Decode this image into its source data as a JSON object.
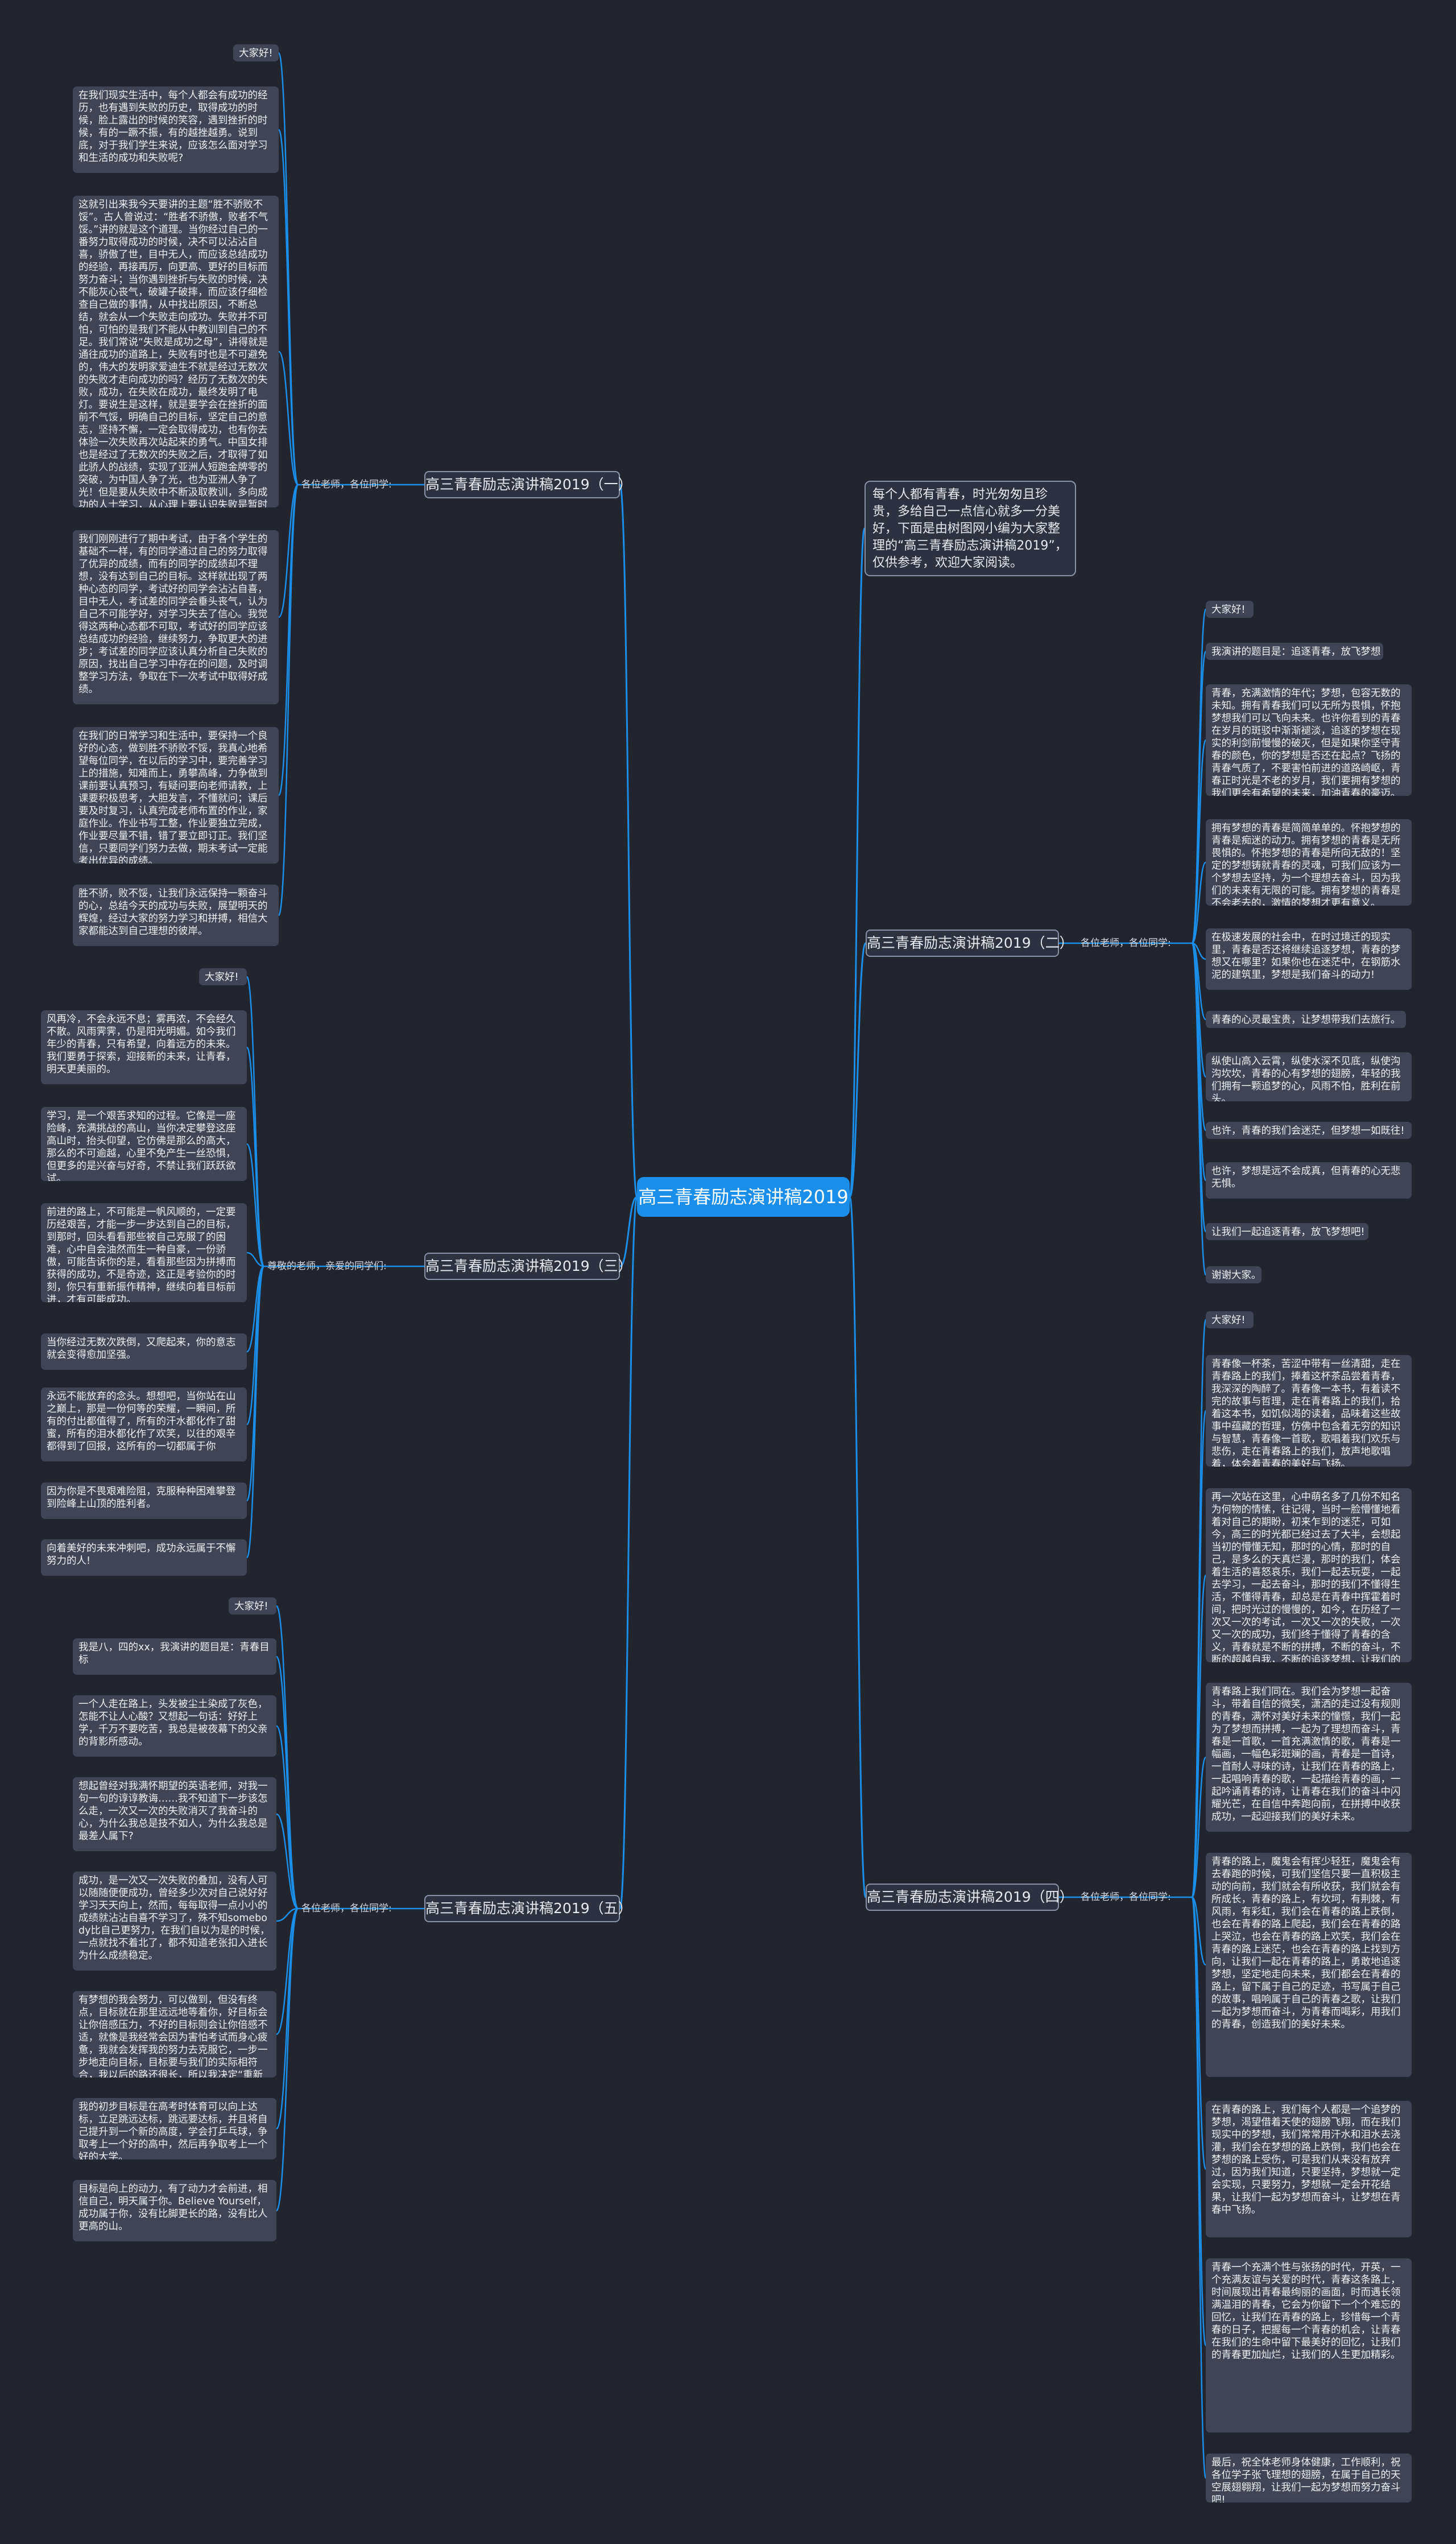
{
  "root": {
    "title": "高三青春励志演讲稿2019"
  },
  "intro": "每个人都有青春，时光匆匆且珍贵，多给自己一点信心就多一分美好，下面是由树图网小编为大家整理的“高三青春励志演讲稿2019”，仅供参考，欢迎大家阅读。",
  "colors": {
    "background": "#22252d",
    "root": "#1a8ee8",
    "link": "#1a8ee8",
    "node": "#3f4555"
  },
  "branches": [
    {
      "title": "高三青春励志演讲稿2019（一）",
      "greeting": "各位老师，各位同学:",
      "items": [
        "大家好!",
        "在我们现实生活中，每个人都会有成功的经历，也有遇到失败的历史，取得成功的时候，脸上露出的时候的笑容，遇到挫折的时候，有的一蹶不振，有的越挫越勇。说到底，对于我们学生来说，应该怎么面对学习和生活的成功和失败呢?",
        "这就引出来我今天要讲的主题“胜不骄败不馁”。古人曾说过：“胜者不骄傲，败者不气馁。”讲的就是这个道理。当你经过自己的一番努力取得成功的时候，决不可以沾沾自喜，骄傲了世，目中无人，而应该总结成功的经验，再接再厉，向更高、更好的目标而努力奋斗；当你遇到挫折与失败的时候，决不能灰心丧气，破罐子破摔，而应该仔细检查自己做的事情，从中找出原因，不断总结，就会从一个失败走向成功。失败并不可怕，可怕的是我们不能从中教训到自己的不足。我们常说“失败是成功之母”，讲得就是通往成功的道路上，失败有时也是不可避免的，伟大的发明家爱迪生不就是经过无数次的失败才走向成功的吗？经历了无数次的失败，成功，在失败在成功，最终发明了电灯。要说生是这样，就是要学会在挫折的面前不气馁，明确自己的目标，坚定自己的意志，坚持不懈，一定会取得成功，也有你去体验一次失败再次站起来的勇气。中国女排也是经过了无数次的失败之后，才取得了如此骄人的战绩，实现了亚洲人短跑金牌零的突破，为中国人争了光，也为亚洲人争了光！但是要从失败中不断汲取教训，多向成功的人士学习，从心理上要认识失败是暂时的，只要勇往直前，成功一定会属于你，在加上自己的刻苦努力，你一定能取得自己满意的成绩。",
        "我们刚刚进行了期中考试，由于各个学生的基础不一样，有的同学通过自己的努力取得了优异的成绩，而有的同学的成绩却不理想，没有达到自己的目标。这样就出现了两种心态的同学，考试好的同学会沾沾自喜，目中无人，考试差的同学会垂头丧气，认为自己不可能学好，对学习失去了信心。我觉得这两种心态都不可取，考试好的同学应该总结成功的经验，继续努力，争取更大的进步；考试差的同学应该认真分析自己失败的原因，找出自己学习中存在的问题，及时调整学习方法，争取在下一次考试中取得好成绩。",
        "在我们的日常学习和生活中，要保持一个良好的心态，做到胜不骄败不馁，我真心地希望每位同学，在以后的学习中，要完善学习上的措施，知难而上，勇攀高峰，力争做到课前要认真预习，有疑问要向老师请教，上课要积极思考，大胆发言，不懂就问；课后要及时复习，认真完成老师布置的作业，家庭作业。作业书写工整，作业要独立完成，作业要尽量不错，错了要立即订正。我们坚信，只要同学们努力去做，期末考试一定能考出优异的成绩。",
        "胜不骄，败不馁，让我们永远保持一颗奋斗的心，总结今天的成功与失败，展望明天的辉煌，经过大家的努力学习和拼搏，相信大家都能达到自己理想的彼岸。"
      ]
    },
    {
      "title": "高三青春励志演讲稿2019（二）",
      "greeting": "各位老师，各位同学:",
      "items": [
        "大家好!",
        "我演讲的题目是：追逐青春，放飞梦想",
        "青春，充满激情的年代；梦想，包容无数的未知。拥有青春我们可以无所为畏惧，怀抱梦想我们可以飞向未来。也许你看到的青春在岁月的斑驳中渐渐褪淡，追逐的梦想在现实的利剑前慢慢的破灭，但是如果你坚守青春的颜色，你的梦想是否还在起点？飞扬的青春气质了，不要害怕前进的道路崎岖，青春正时光是不老的岁月，我们要拥有梦想的我们更会有希望的未来，加油青春的豪迈。",
        "拥有梦想的青春是简简单单的。怀抱梦想的青春是痴迷的动力。拥有梦想的青春是无所畏惧的。怀抱梦想的青春是所向无敌的！坚定的梦想铸就青春的灵魂，可我们应该为一个梦想去坚持，为一个理想去奋斗，因为我们的未来有无限的可能。拥有梦想的青春是不会老去的，激情的梦想才更有意义。",
        "在极速发展的社会中，在时过境迁的现实里，青春是否还将继续追逐梦想，青春的梦想又在哪里？如果你也在迷茫中，在钢筋水泥的建筑里，梦想是我们奋斗的动力!",
        "青春的心灵最宝贵，让梦想带我们去旅行。",
        "纵使山高入云霄，纵使水深不见底，纵使沟沟坎坎，青春的心有梦想的翅膀，年轻的我们拥有一颗追梦的心，风雨不怕，胜利在前头。",
        "也许，青春的我们会迷茫，但梦想一如既往!",
        "也许，梦想是远不会成真，但青春的心无悲无惧。",
        "让我们一起追逐青春，放飞梦想吧!",
        "谢谢大家。"
      ]
    },
    {
      "title": "高三青春励志演讲稿2019（三）",
      "greeting": "尊敬的老师，亲爱的同学们:",
      "items": [
        "大家好!",
        "风再冷，不会永远不息；雾再浓，不会经久不散。风雨霁霁，仍是阳光明媚。如今我们年少的青春，只有希望，向着远方的未来。我们要勇于探索，迎接新的未来，让青春，明天更美丽的。",
        "学习，是一个艰苦求知的过程。它像是一座险峰，充满挑战的高山，当你决定攀登这座高山时，抬头仰望，它仿佛是那么的高大，那么的不可逾越，心里不免产生一丝恐惧，但更多的是兴奋与好奇，不禁让我们跃跃欲试。",
        "前进的路上，不可能是一帆风顺的，一定要历经艰苦，才能一步一步达到自己的目标，到那时，回头看看那些被自己克服了的困难，心中自会油然而生一种自豪，一份骄傲，可能告诉你的是，看看那些因为拼搏而获得的成功，不是奇迹，这正是考验你的时刻，你只有重新振作精神，继续向着目标前进，才有可能成功。",
        "当你经过无数次跌倒，又爬起来，你的意志就会变得愈加坚强。",
        "永远不能放弃的念头。想想吧，当你站在山之巅上，那是一份何等的荣耀，一瞬间，所有的付出都值得了，所有的汗水都化作了甜蜜，所有的泪水都化作了欢笑，以往的艰辛都得到了回报，这所有的一切都属于你",
        "因为你是不畏艰难险阻，克服种种困难攀登到险峰上山顶的胜利者。",
        "向着美好的未来冲刺吧，成功永远属于不懈努力的人!"
      ]
    },
    {
      "title": "高三青春励志演讲稿2019（四）",
      "greeting": "各位老师，各位同学:",
      "items": [
        "大家好!",
        "青春像一杯茶，苦涩中带有一丝清甜，走在青春路上的我们，捧着这杯茶品尝着青春，我深深的陶醉了。青春像一本书，有着读不完的故事与哲理，走在青春路上的我们，拾着这本书，如饥似渴的读着，品味着这些故事中蕴藏的哲理，仿佛中包含着无穷的知识与智慧，青春像一首歌，歌唱着我们欢乐与悲伤，走在青春路上的我们，放声地歌唱着，体会着青春的美好与飞扬。",
        "再一次站在这里，心中萌名多了几份不知名为何物的情愫，往记得，当时一脸懵懂地看着对自己的期盼，初来乍到的迷茫，可如今，高三的时光都已经过去了大半，会想起当初的懵懂无知，那时的心情，那时的自己，是多么的天真烂漫，那时的我们，体会着生活的喜怒哀乐，我们一起去玩耍，一起去学习，一起去奋斗，那时的我们不懂得生活，不懂得青春，却总是在青春中挥霍着时间，把时光过的慢慢的，如今，在历经了一次又一次的考试，一次又一次的失败，一次又一次的成功，我们终于懂得了青春的含义，青春就是不断的拼搏，不断的奋斗，不断的超越自我，不断的追逐梦想，让我们的青春在奋斗中绽放光彩，时光不待人，让我们在这最后的时光里，珍惜每一分每一秒，为我们的梦想而奋斗。",
        "青春路上我们同在。我们会为梦想一起奋斗，带着自信的微笑，潇洒的走过没有规则的青春，满怀对美好未来的憧憬，我们一起为了梦想而拼搏，一起为了理想而奋斗，青春是一首歌，一首充满激情的歌，青春是一幅画，一幅色彩斑斓的画，青春是一首诗，一首耐人寻味的诗，让我们在青春的路上，一起唱响青春的歌，一起描绘青春的画，一起吟诵青春的诗，让青春在我们的奋斗中闪耀光芒，在自信中奔跑向前，在拼搏中收获成功，一起迎接我们的美好未来。",
        "青春的路上，魔鬼会有挥少轻狂，魔鬼会有去春跑的时候，可我们坚信只要一直积极主动的向前，我们就会有所收获，我们就会有所成长，青春的路上，有坎坷，有荆棘，有风雨，有彩虹，我们会在青春的路上跌倒，也会在青春的路上爬起，我们会在青春的路上哭泣，也会在青春的路上欢笑，我们会在青春的路上迷茫，也会在青春的路上找到方向，让我们一起在青春的路上，勇敢地追逐梦想，坚定地走向未来，我们都会在青春的路上，留下属于自己的足迹，书写属于自己的故事，唱响属于自己的青春之歌，让我们一起为梦想而奋斗，为青春而喝彩，用我们的青春，创造我们的美好未来。",
        "在青春的路上，我们每个人都是一个追梦的梦想，渴望借着天使的翅膀飞翔，而在我们现实中的梦想，我们常常用汗水和泪水去浇灌，我们会在梦想的路上跌倒，我们也会在梦想的路上受伤，可是我们从来没有放弃过，因为我们知道，只要坚持，梦想就一定会实现，只要努力，梦想就一定会开花结果，让我们一起为梦想而奋斗，让梦想在青春中飞扬。",
        "青春一个充满个性与张扬的时代，开英，一个充满友谊与关爱的时代，青春这条路上，时间展现出青春最绚丽的画面，时而遇长领满温泪的青春，它会为你留下一个个难忘的回忆，让我们在青春的路上，珍惜每一个青春的日子，把握每一个青春的机会，让青春在我们的生命中留下最美好的回忆，让我们的青春更加灿烂，让我们的人生更加精彩。",
        "最后，祝全体老师身体健康，工作顺利，祝各位学子张飞理想的翅膀，在属于自己的天空展翅翱翔，让我们一起为梦想而努力奋斗吧!"
      ]
    },
    {
      "title": "高三青春励志演讲稿2019（五）",
      "greeting": "各位老师，各位同学:",
      "items": [
        "大家好!",
        "我是八，四的xx，我演讲的题目是：青春目标",
        "一个人走在路上，头发被尘土染成了灰色，怎能不让人心酸？又想起一句话：好好上学，千万不要吃苦，我总是被夜幕下的父亲的背影所感动。",
        "想起曾经对我满怀期望的英语老师，对我一句一句的谆谆教诲……我不知道下一步该怎么走，一次又一次的失败消灭了我奋斗的心，为什么我总是技不如人，为什么我总是最差人属下?",
        "成功，是一次又一次失败的叠加，没有人可以随随便便成功，曾经多少次对自己说好好学习天天向上，然而，每每取得一点小小的成绩就沾沾自喜不学习了，殊不知somebody比自己更努力，在我们自以为是的时候，一点就找不着北了，都不知道老张扣入进长为什么成绩稳定。",
        "有梦想的我会努力，可以做到，但没有终点，目标就在那里远远地等着你，好目标会让你倍感压力，不好的目标则会让你倍感不适，就像是我经常会因为害怕考试而身心疲惫，我就会发挥我的努力去克服它，一步一步地走向目标，目标要与我们的实际相符合，我以后的路还很长，所以我决定“重新做人”。",
        "我的初步目标是在高考时体育可以向上达标，立足跳远达标，跳远要达标，并且将自己提升到一个新的高度，学会打乒乓球，争取考上一个好的高中，然后再争取考上一个好的大学。",
        "目标是向上的动力，有了动力才会前进，相信自己，明天属于你。Believe Yourself，成功属于你，没有比脚更长的路，没有比人更高的山。"
      ]
    }
  ]
}
